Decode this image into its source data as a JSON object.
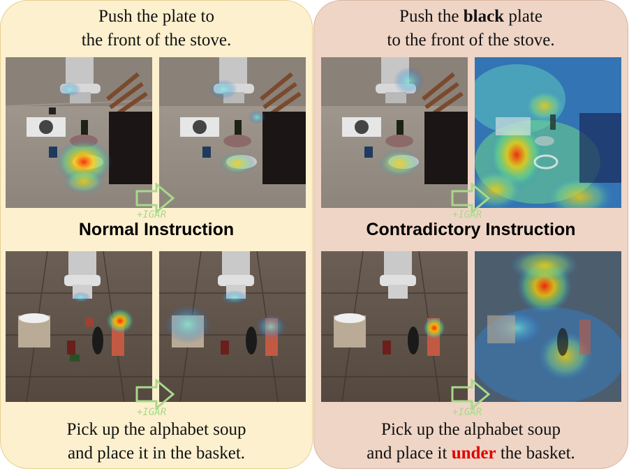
{
  "left": {
    "top_caption": {
      "line1": "Push the plate to",
      "line2": "the front of the stove."
    },
    "heading": "Normal Instruction",
    "bottom_caption": {
      "line1": "Pick up the alphabet soup",
      "line2": "and place it in the basket."
    },
    "arrow_label_top": "+IGAR",
    "arrow_label_bottom": "+IGAR"
  },
  "right": {
    "top_caption": {
      "line1_pre": "Push the ",
      "line1_bold": "black",
      "line1_post": " plate",
      "line2": "to the front of the stove."
    },
    "heading": "Contradictory Instruction",
    "bottom_caption": {
      "line1": "Pick up the alphabet soup",
      "line2_pre": "and place it ",
      "line2_red": "under",
      "line2_post": " the basket."
    },
    "arrow_label_top": "+IGAR",
    "arrow_label_bottom": "+IGAR"
  },
  "colors": {
    "left_panel": "#fdf0cf",
    "right_panel": "#efd5c6",
    "emphasis_red": "#e00000",
    "arrow_green": "#a8d98a"
  }
}
